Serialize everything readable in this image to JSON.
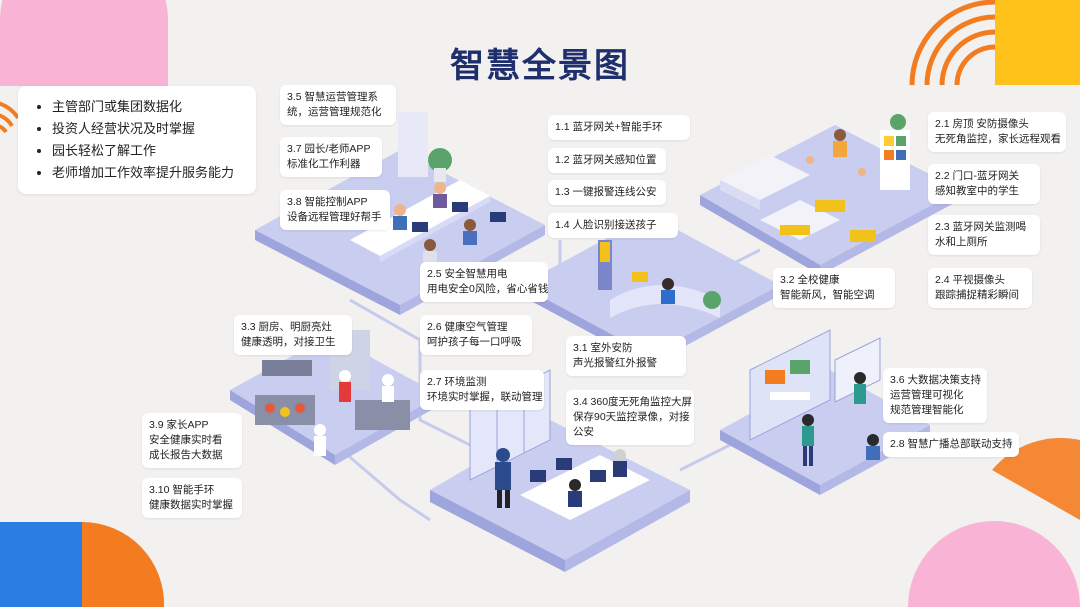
{
  "title": "智慧全景图",
  "summary": {
    "items": [
      "主管部门或集团数据化",
      "投资人经营状况及时掌握",
      "园长轻松了解工作",
      "老师增加工作效率提升服务能力"
    ]
  },
  "labels": {
    "l35": {
      "line1": "3.5 智慧运营管理系",
      "line2": "统，运营管理规范化"
    },
    "l37": {
      "line1": "3.7 园长/老师APP",
      "line2": "标准化工作利器"
    },
    "l38": {
      "line1": "3.8 智能控制APP",
      "line2": "设备远程管理好帮手"
    },
    "l11": {
      "line1": "1.1 蓝牙网关+智能手环"
    },
    "l12": {
      "line1": "1.2 蓝牙网关感知位置"
    },
    "l13": {
      "line1": "1.3 一键报警连线公安"
    },
    "l14": {
      "line1": "1.4 人脸识别接送孩子"
    },
    "l21": {
      "line1": "2.1 房顶 安防摄像头",
      "line2": "无死角监控，家长远程观看"
    },
    "l22": {
      "line1": "2.2 门口-蓝牙网关",
      "line2": "感知教室中的学生"
    },
    "l23": {
      "line1": "2.3 蓝牙网关监测喝",
      "line2": "水和上厕所"
    },
    "l24": {
      "line1": "2.4 平视摄像头",
      "line2": "跟踪捕捉精彩瞬间"
    },
    "l32": {
      "line1": "3.2 全校健康",
      "line2": "智能新风，智能空调"
    },
    "l25": {
      "line1": "2.5 安全智慧用电",
      "line2": "用电安全0风险，省心省钱"
    },
    "l26": {
      "line1": "2.6 健康空气管理",
      "line2": "呵护孩子每一口呼吸"
    },
    "l27": {
      "line1": "2.7 环境监测",
      "line2": "环境实时掌握，联动管理"
    },
    "l33": {
      "line1": "3.3 厨房、明厨亮灶",
      "line2": "健康透明，对接卫生"
    },
    "l31": {
      "line1": "3.1 室外安防",
      "line2": "声光报警红外报警"
    },
    "l34": {
      "line1": "3.4 360度无死角监控大屏",
      "line2": "保存90天监控录像，对接",
      "line3": "公安"
    },
    "l36": {
      "line1": "3.6 大数据决策支持",
      "line2": "运营管理可视化",
      "line3": "规范管理智能化"
    },
    "l28": {
      "line1": "2.8 智慧广播总部联动支持"
    },
    "l39": {
      "line1": "3.9 家长APP",
      "line2": "安全健康实时看",
      "line3": "成长报告大数据"
    },
    "l310": {
      "line1": "3.10 智能手环",
      "line2": "健康数据实时掌握"
    }
  },
  "colors": {
    "title": "#1f2f6e",
    "pink": "#f9b3d4",
    "orange": "#f47c20",
    "yellow": "#ffc21a",
    "blue": "#2a7de1",
    "floor": "#c9cdf0",
    "floor_dark": "#9ea4dc"
  }
}
